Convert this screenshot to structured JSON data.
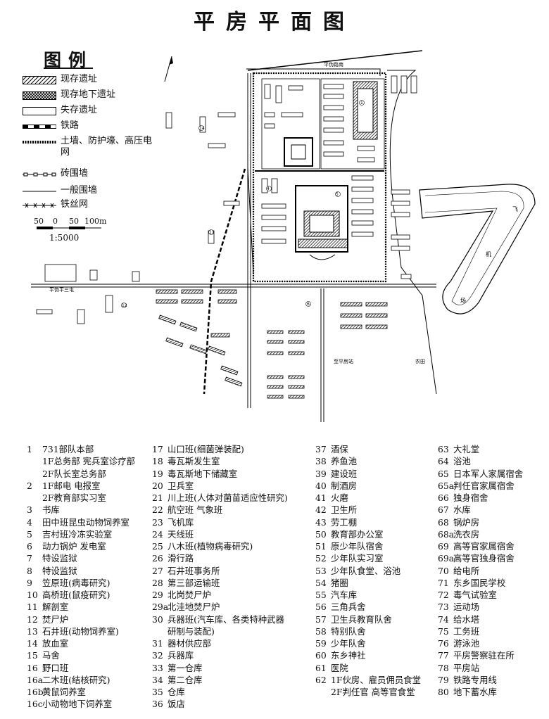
{
  "title": "平房平面图",
  "legend": {
    "heading": "图例",
    "items": [
      {
        "symbol": "existing-site",
        "label": "现存遗址"
      },
      {
        "symbol": "existing-underground-site",
        "label": "现存地下遗址"
      },
      {
        "symbol": "lost-site",
        "label": "失存遗址"
      },
      {
        "symbol": "railway",
        "label": "铁路"
      },
      {
        "symbol": "earth-wall",
        "label": "土墙、防护壕、高压电网"
      },
      {
        "symbol": "brick-wall",
        "label": "砖围墙"
      },
      {
        "symbol": "ordinary-wall",
        "label": "一般围墙"
      },
      {
        "symbol": "barbed-wire",
        "label": "铁丝网"
      }
    ],
    "scale_ticks": [
      "50",
      "0",
      "50",
      "100m"
    ],
    "ratio": "1:5000"
  },
  "map": {
    "labels": {
      "top_road": "平伪路南",
      "left_road": "平伪平三屯",
      "bottom_road": "至平房站",
      "bottom_right": "农田",
      "airfield_1": "飞",
      "airfield_2": "机",
      "airfield_3": "场"
    },
    "numbers": [
      "1",
      "4",
      "5",
      "6",
      "11",
      "12",
      "14"
    ]
  },
  "index": {
    "col1": [
      {
        "n": "1",
        "t": "731部队本部"
      },
      {
        "n": "",
        "t": "1F总务部 宪兵室诊疗部"
      },
      {
        "n": "",
        "t": "2F队长室总务部"
      },
      {
        "n": "2",
        "t": "1F邮电 电报室"
      },
      {
        "n": "",
        "t": "2F教育部实习室"
      },
      {
        "n": "3",
        "t": "书库"
      },
      {
        "n": "4",
        "t": "田中班昆虫动物饲养室"
      },
      {
        "n": "5",
        "t": "吉村班冷冻实验室"
      },
      {
        "n": "6",
        "t": "动力锅炉 发电室"
      },
      {
        "n": "7",
        "t": "特设监狱"
      },
      {
        "n": "8",
        "t": "特设监狱"
      },
      {
        "n": "9",
        "t": "笠原班(病毒研究)"
      },
      {
        "n": "10",
        "t": "高桥班(鼠疫研究)"
      },
      {
        "n": "11",
        "t": "解剖室"
      },
      {
        "n": "12",
        "t": "焚尸炉"
      },
      {
        "n": "13",
        "t": "石井班(动物饲养室)"
      },
      {
        "n": "14",
        "t": "放血室"
      },
      {
        "n": "15",
        "t": "马舍"
      },
      {
        "n": "16",
        "t": "野口班"
      },
      {
        "n": "16a",
        "t": "二木班(结核研究)"
      },
      {
        "n": "16b",
        "t": "黄鼠饲养室"
      },
      {
        "n": "16c",
        "t": "小动物地下饲养室"
      }
    ],
    "col2": [
      {
        "n": "17",
        "t": "山口班(细菌弹装配)"
      },
      {
        "n": "18",
        "t": "毒瓦斯发生室"
      },
      {
        "n": "19",
        "t": "毒瓦斯地下储藏室"
      },
      {
        "n": "20",
        "t": "卫兵室"
      },
      {
        "n": "21",
        "t": "川上班(人体对菌苗适应性研究)"
      },
      {
        "n": "22",
        "t": "航空班 气象班"
      },
      {
        "n": "23",
        "t": "飞机库"
      },
      {
        "n": "24",
        "t": "天线班"
      },
      {
        "n": "25",
        "t": "八木班(植物病毒研究)"
      },
      {
        "n": "26",
        "t": "滑行路"
      },
      {
        "n": "27",
        "t": "石井班事务所"
      },
      {
        "n": "28",
        "t": "第三部运输班"
      },
      {
        "n": "29",
        "t": "北岗焚尸炉"
      },
      {
        "n": "29a",
        "t": "北洼地焚尸炉"
      },
      {
        "n": "30",
        "t": "兵器班(汽车库、各类特种武器"
      },
      {
        "n": "",
        "t": "研制与装配)"
      },
      {
        "n": "31",
        "t": "器材供应部"
      },
      {
        "n": "32",
        "t": "兵器库"
      },
      {
        "n": "33",
        "t": "第一仓库"
      },
      {
        "n": "34",
        "t": "第二仓库"
      },
      {
        "n": "35",
        "t": "仓库"
      },
      {
        "n": "36",
        "t": "饭店"
      }
    ],
    "col3": [
      {
        "n": "37",
        "t": "酒保"
      },
      {
        "n": "38",
        "t": "养鱼池"
      },
      {
        "n": "39",
        "t": "建设班"
      },
      {
        "n": "40",
        "t": "制酒房"
      },
      {
        "n": "41",
        "t": "火磨"
      },
      {
        "n": "42",
        "t": "卫生所"
      },
      {
        "n": "43",
        "t": "劳工棚"
      },
      {
        "n": "50",
        "t": "教育部办公室"
      },
      {
        "n": "51",
        "t": "原少年队宿舍"
      },
      {
        "n": "52",
        "t": "少年队实习室"
      },
      {
        "n": "53",
        "t": "少年队食堂、浴池"
      },
      {
        "n": "54",
        "t": "猪圈"
      },
      {
        "n": "55",
        "t": "汽车库"
      },
      {
        "n": "56",
        "t": "三角兵舍"
      },
      {
        "n": "57",
        "t": "卫生兵教育队舍"
      },
      {
        "n": "58",
        "t": "特别队舍"
      },
      {
        "n": "59",
        "t": "少年队舍"
      },
      {
        "n": "60",
        "t": "东乡神社"
      },
      {
        "n": "61",
        "t": "医院"
      },
      {
        "n": "62",
        "t": "1F伙房、雇员佣员食堂"
      },
      {
        "n": "",
        "t": "2F判任官 高等官食堂"
      }
    ],
    "col4": [
      {
        "n": "63",
        "t": "大礼堂"
      },
      {
        "n": "64",
        "t": "浴池"
      },
      {
        "n": "65",
        "t": "日本军人家属宿舍"
      },
      {
        "n": "65a",
        "t": "判任官家属宿舍"
      },
      {
        "n": "66",
        "t": "独身宿舍"
      },
      {
        "n": "67",
        "t": "水库"
      },
      {
        "n": "68",
        "t": "锅炉房"
      },
      {
        "n": "68a",
        "t": "洗衣房"
      },
      {
        "n": "69",
        "t": "高等官家属宿舍"
      },
      {
        "n": "69a",
        "t": "高等官独身宿舍"
      },
      {
        "n": "70",
        "t": "给电所"
      },
      {
        "n": "71",
        "t": "东乡国民学校"
      },
      {
        "n": "72",
        "t": "毒气试验室"
      },
      {
        "n": "73",
        "t": "运动场"
      },
      {
        "n": "74",
        "t": "给水塔"
      },
      {
        "n": "75",
        "t": "工务班"
      },
      {
        "n": "76",
        "t": "游泳池"
      },
      {
        "n": "77",
        "t": "平房警察驻在所"
      },
      {
        "n": "78",
        "t": "平房站"
      },
      {
        "n": "79",
        "t": "铁路专用线"
      },
      {
        "n": "80",
        "t": "地下蓄水库"
      }
    ]
  }
}
